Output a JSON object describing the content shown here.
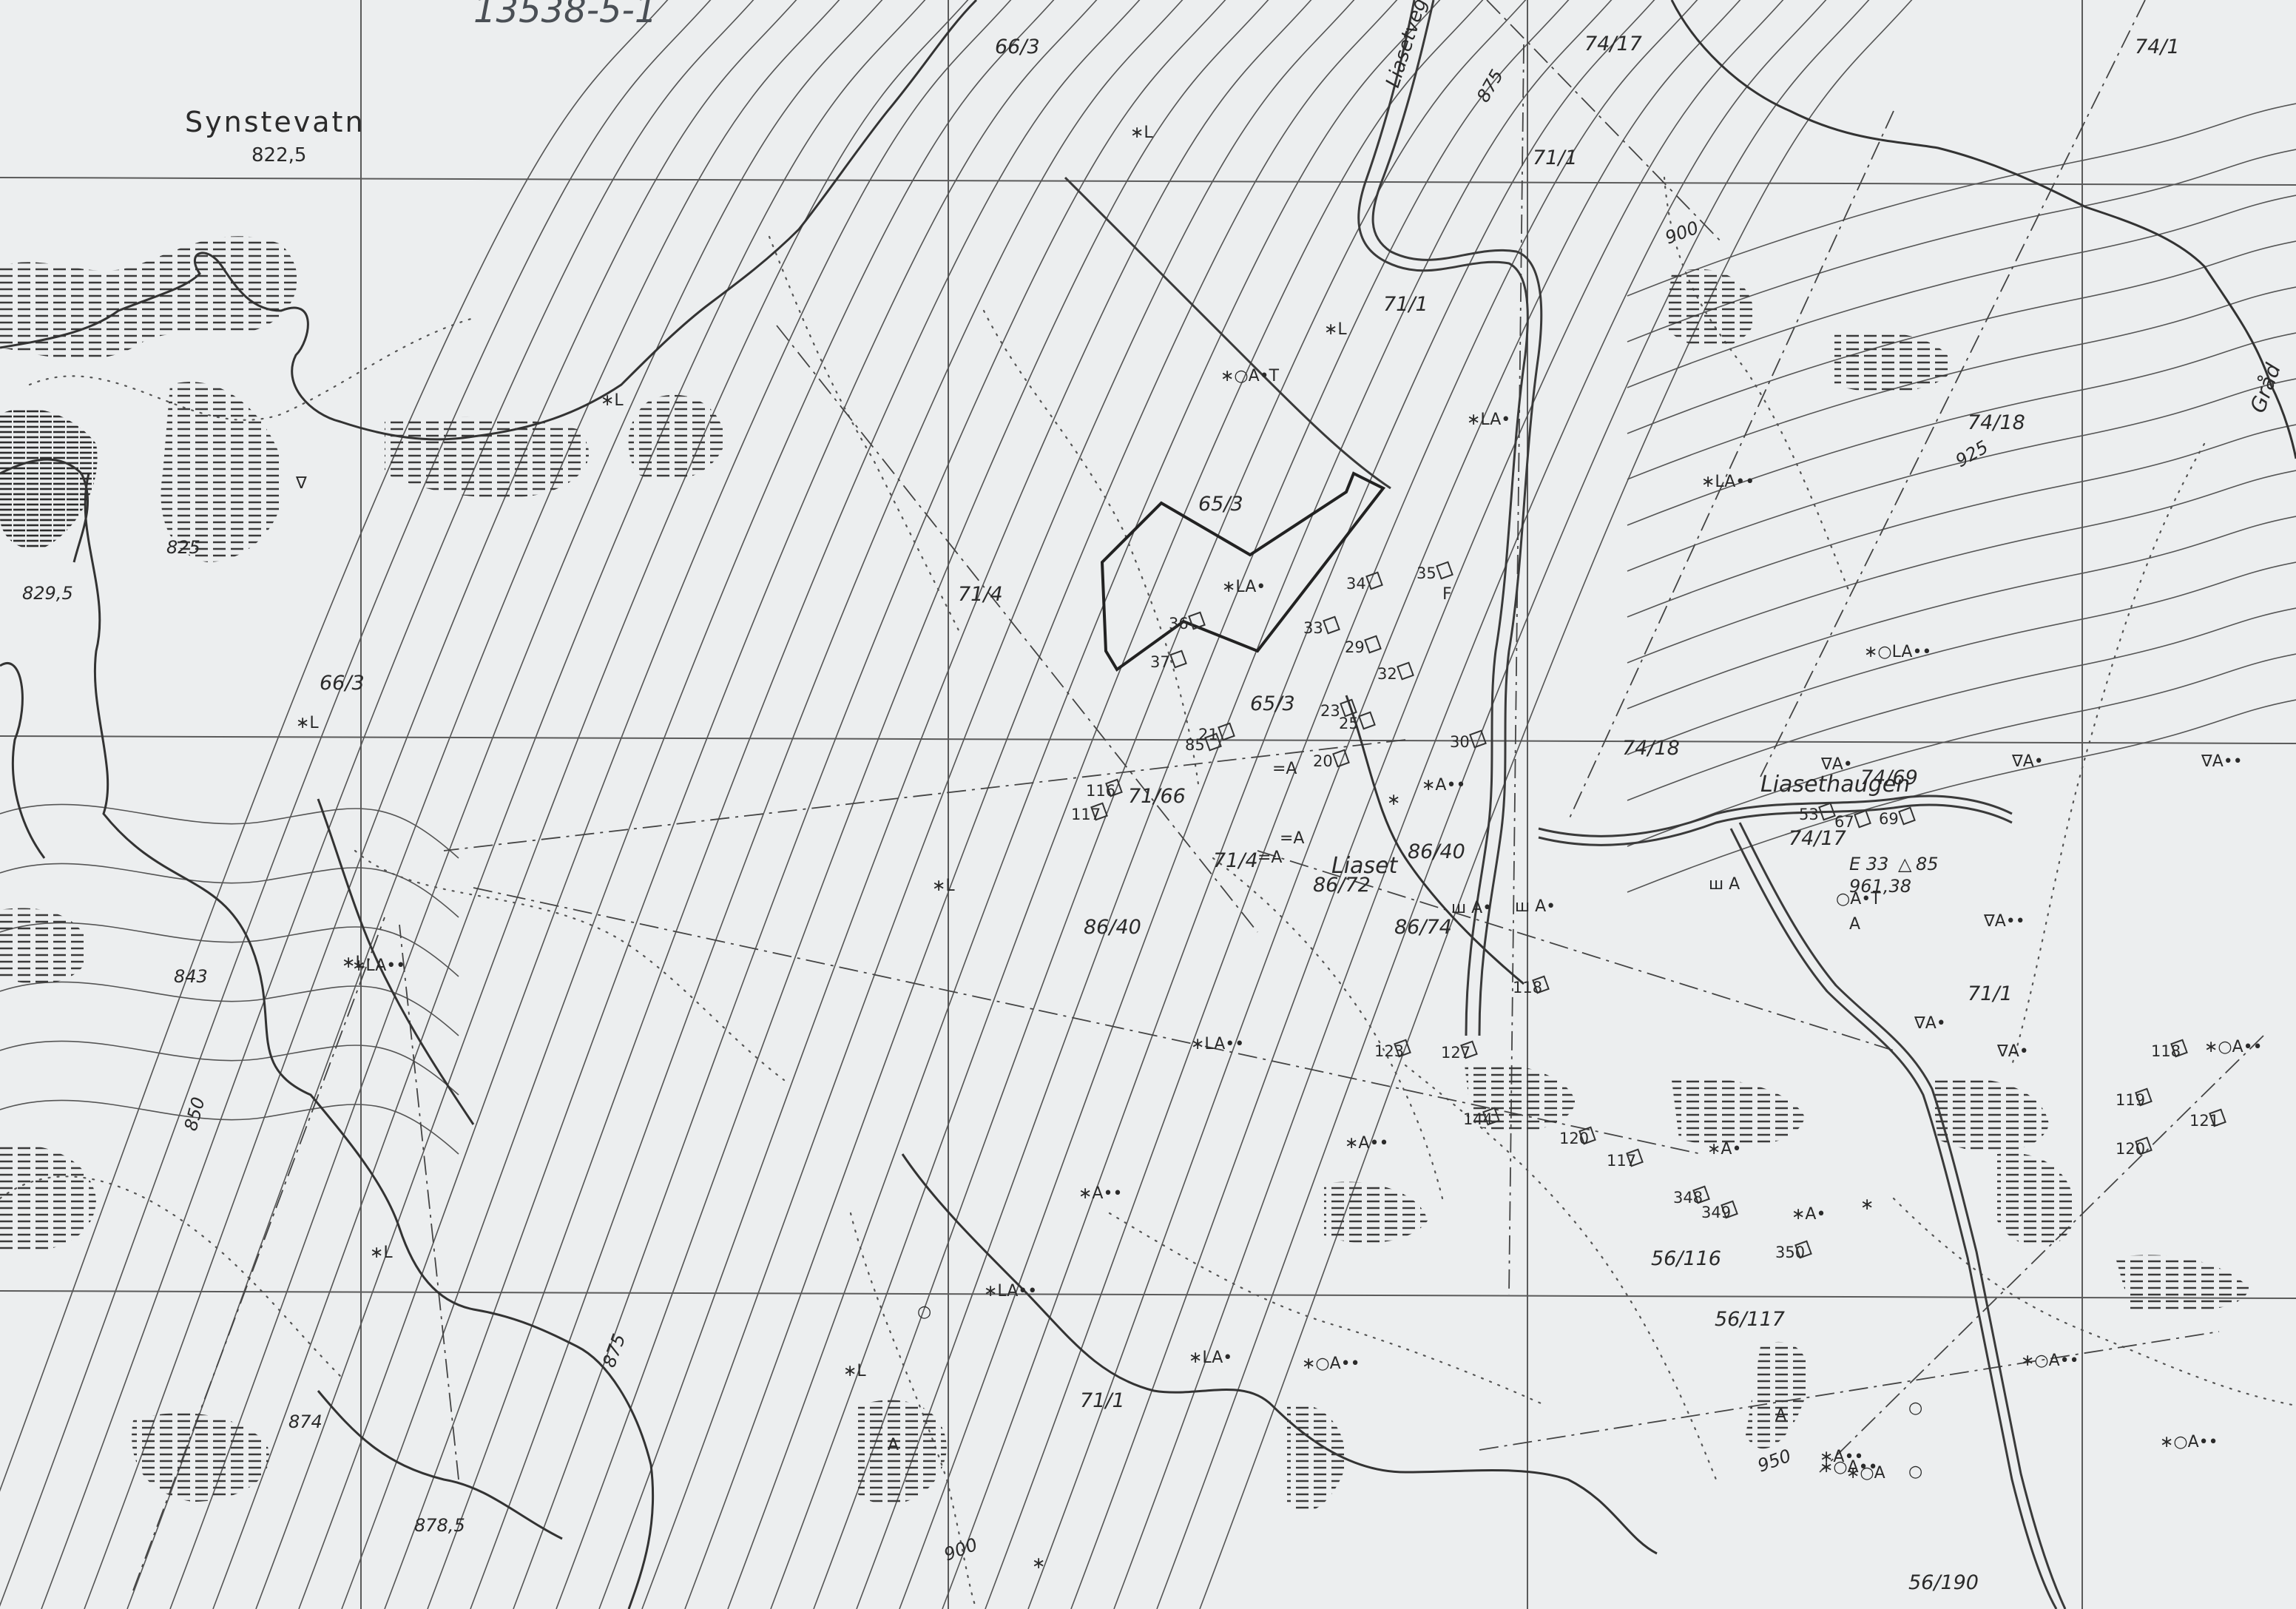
{
  "map": {
    "header_note": "13538-5-1",
    "lake": {
      "name": "Synstevatn",
      "elevation": "822,5"
    },
    "places": [
      {
        "id": "liaset",
        "text": "Liaset"
      },
      {
        "id": "liasethaugen",
        "text": "Liasethaugen"
      },
      {
        "id": "liasetvegen",
        "text": "Liasetveg"
      },
      {
        "id": "grand",
        "text": "Gråd"
      }
    ],
    "elevations": [
      "829,5",
      "825",
      "843",
      "850",
      "874",
      "878,5",
      "875",
      "900",
      "925",
      "950",
      "875",
      "900"
    ],
    "parcels": [
      "66/3",
      "66/3",
      "71/4",
      "71/4",
      "71/1",
      "71/1",
      "71/1",
      "71/1",
      "65/3",
      "65/3",
      "74/17",
      "74/17",
      "74/18",
      "74/18",
      "74/1",
      "86/40",
      "86/40",
      "86/72",
      "86/74",
      "71/66",
      "56/116",
      "56/117",
      "56/190",
      "74/69"
    ],
    "buildings": [
      "35",
      "34",
      "33",
      "36",
      "37",
      "32",
      "29",
      "30",
      "25",
      "23",
      "21",
      "20",
      "85",
      "116",
      "117",
      "118",
      "123",
      "127",
      "144",
      "120",
      "117",
      "348",
      "349",
      "350",
      "53",
      "67",
      "69",
      "118",
      "119",
      "120",
      "121"
    ],
    "survey_point": {
      "name": "E 33",
      "mark": "△",
      "code": "85",
      "value": "961,38"
    },
    "landuse": [
      "∗L",
      "∗L",
      "∗L",
      "∗L",
      "∗L",
      "∗L",
      "∗L",
      "∗L",
      "∗LA•",
      "∗LA•",
      "∗LA••",
      "∗LA••",
      "∗LA••",
      "∗LA••",
      "∗LA•",
      "∗○LA••",
      "∗A••",
      "∗A••",
      "∗A••",
      "∗A•",
      "∗A•",
      "∗A••",
      "∗○A••",
      "∗○A••",
      "∗○A••",
      "∗○A•T",
      "○A•T",
      "=A",
      "=A",
      "=A",
      "ш A",
      "ш A•",
      "ш A•",
      "∇A•",
      "∇A••",
      "∇A•",
      "∇A•",
      "∇A••",
      "∇A•",
      "∗○A••",
      "∗○A",
      "∗○A••",
      "A",
      "A",
      "A",
      "∇",
      "∗",
      "∗",
      "∗",
      "F",
      "○",
      "○",
      "○"
    ]
  }
}
